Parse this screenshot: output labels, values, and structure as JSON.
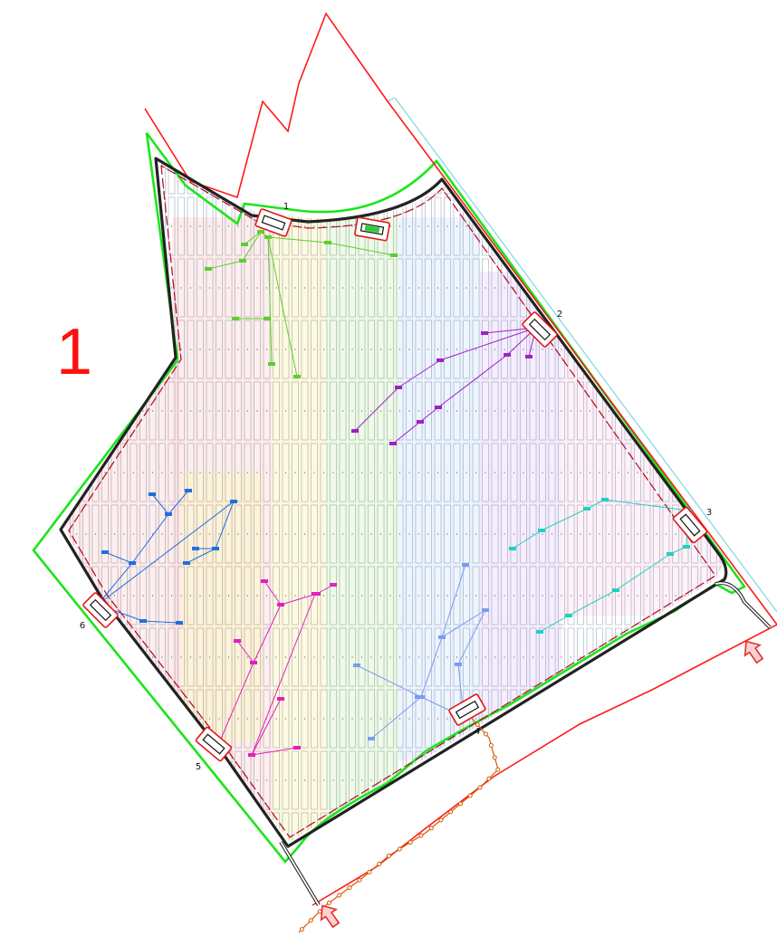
{
  "plan": {
    "area_number": "1",
    "inverter_labels": [
      "1",
      "2",
      "3",
      "4",
      "5",
      "6"
    ],
    "colors": {
      "parcel_boundary": "#ff1a1a",
      "fence": "#19e619",
      "road": "#222222",
      "cable_route": "#c00000",
      "access_line": "#d45a00",
      "neighbor_strip": "#7fd6e0",
      "group_green": "#5ccf2a",
      "group_purple": "#a020c8",
      "group_blue": "#1f6fe0",
      "group_magenta": "#e020c0",
      "group_lightblue": "#7a9cf0",
      "group_cyan": "#20d0c0",
      "module_outline": "#8a9aa8",
      "inverter_box": "#e01818",
      "entrance_arrow": "#e03030"
    },
    "zone_tints": [
      "#ffd7d7",
      "#fff3b8",
      "#d9f5c8",
      "#d7e8ff",
      "#ead7ff",
      "#ffe0f0"
    ],
    "entrance_arrows": [
      "entrance-east",
      "entrance-south"
    ]
  }
}
